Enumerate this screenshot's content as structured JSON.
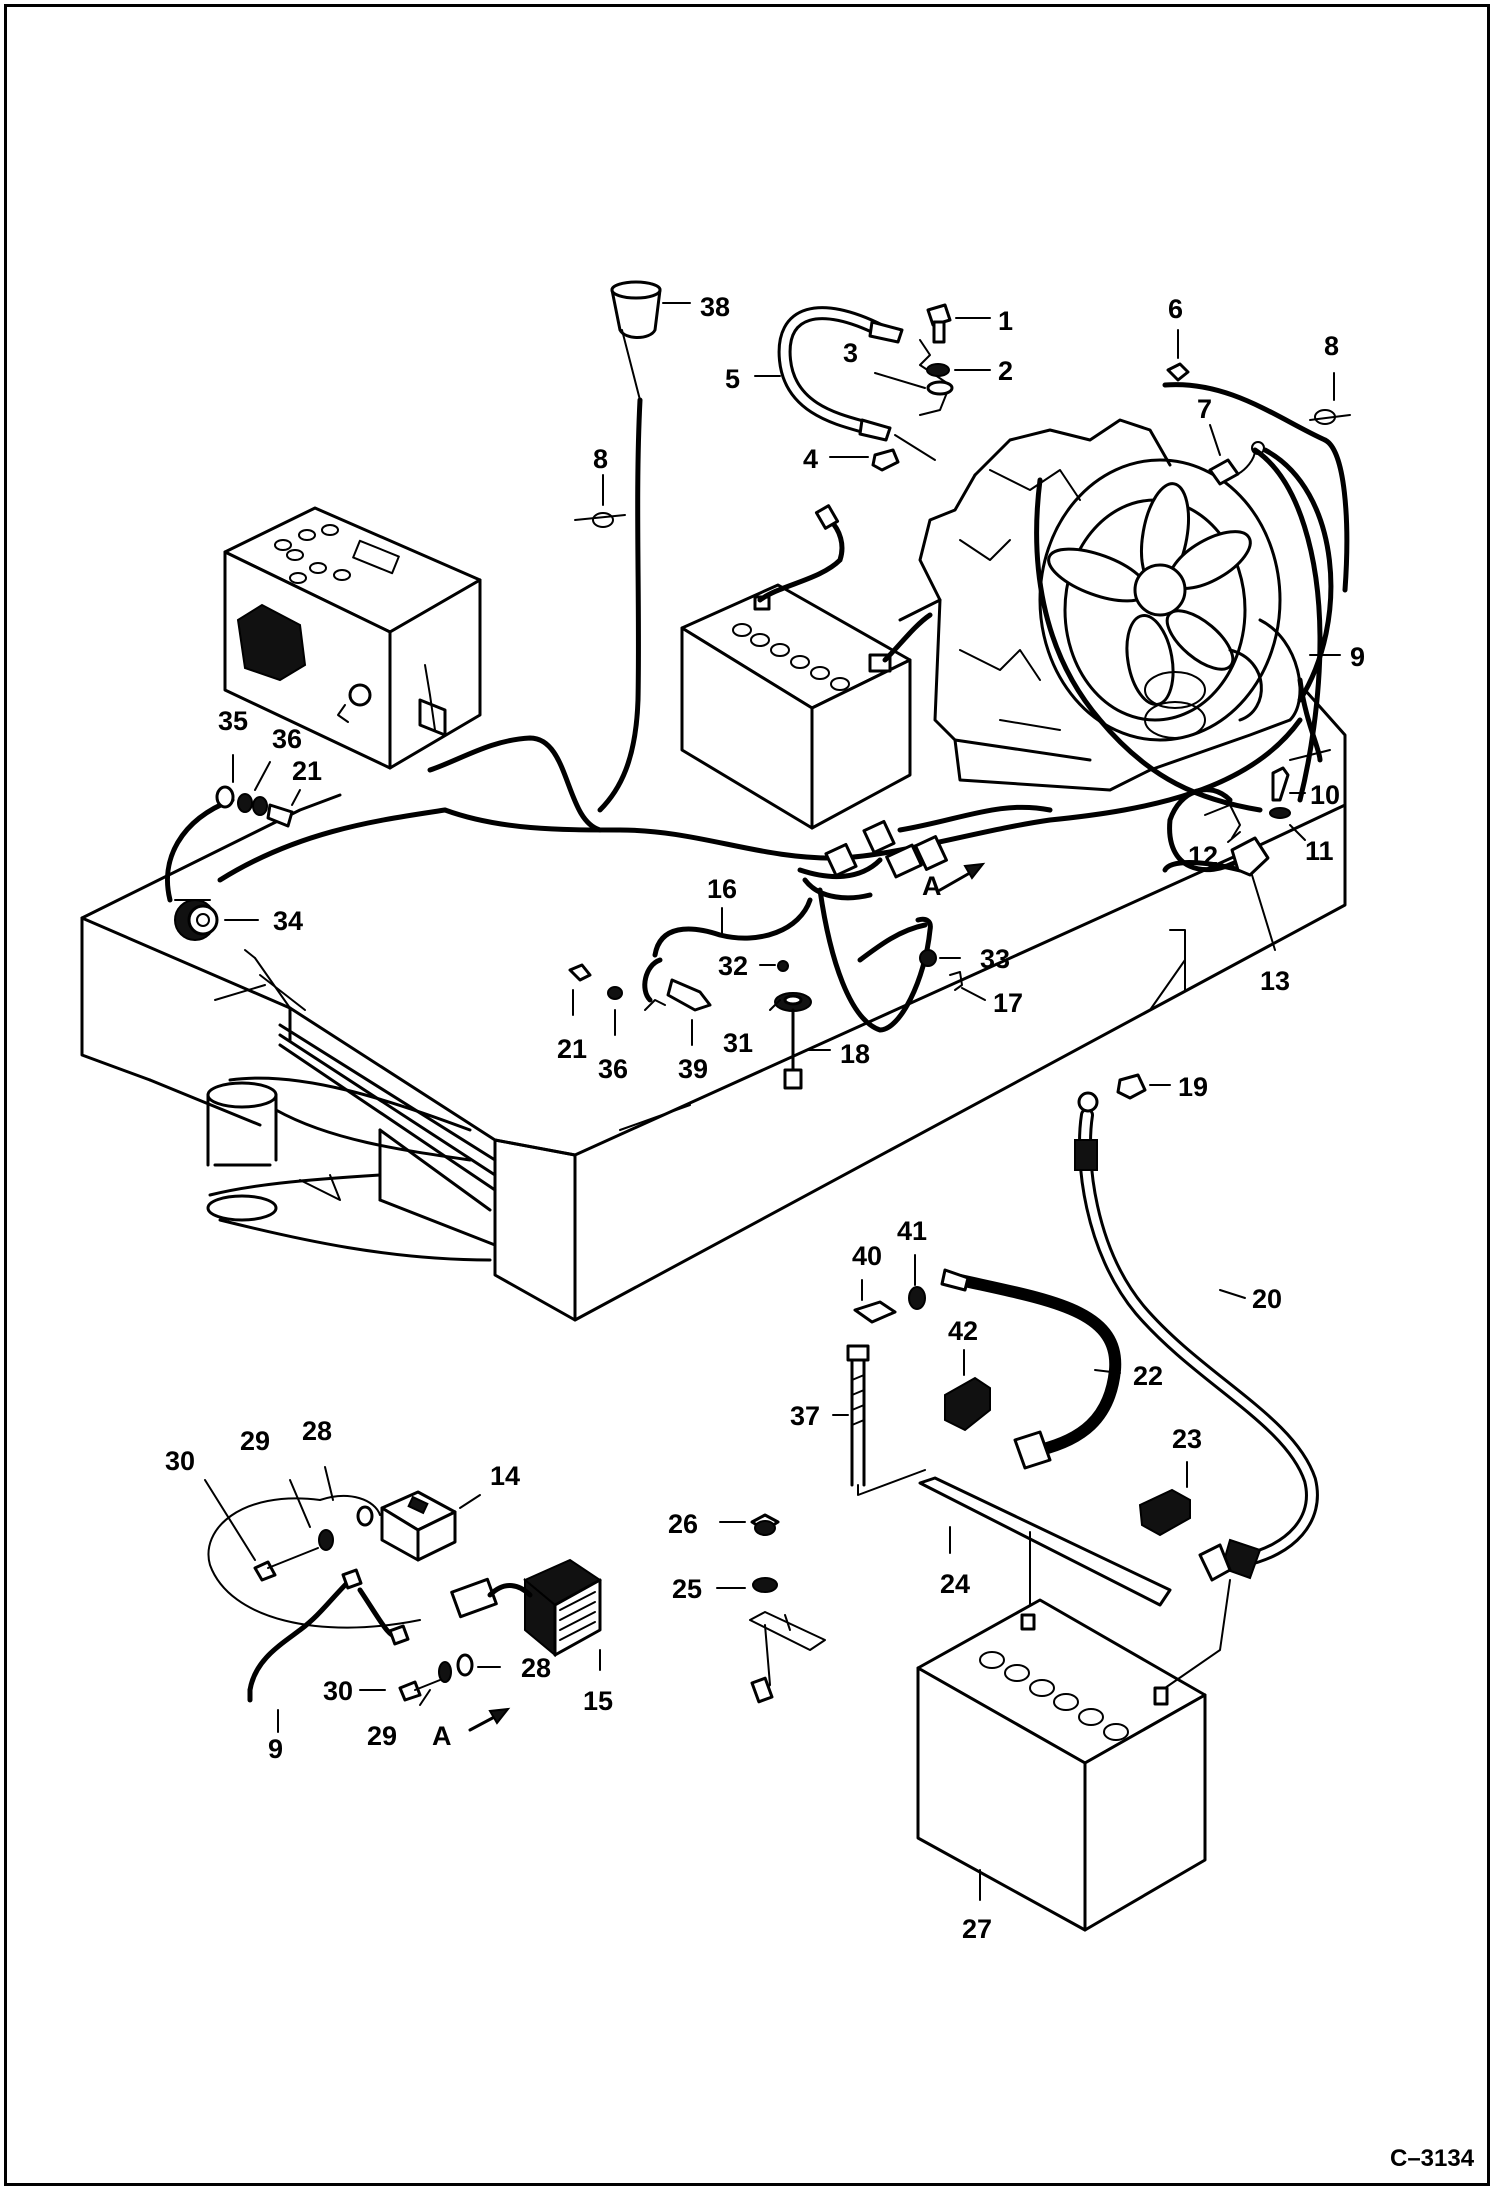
{
  "figure_ref": "C–3134",
  "arrow_label": "A",
  "part_numbers": [
    "1",
    "2",
    "3",
    "4",
    "5",
    "6",
    "7",
    "8",
    "9",
    "10",
    "11",
    "12",
    "13",
    "14",
    "15",
    "16",
    "17",
    "18",
    "19",
    "20",
    "21",
    "22",
    "23",
    "24",
    "25",
    "26",
    "27",
    "28",
    "29",
    "30",
    "31",
    "32",
    "33",
    "34",
    "35",
    "36",
    "37",
    "38",
    "39",
    "40",
    "41",
    "42"
  ]
}
